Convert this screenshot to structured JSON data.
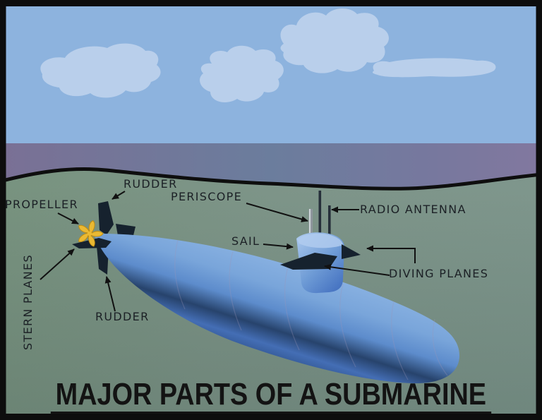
{
  "title": "MAJOR PARTS OF A SUBMARINE",
  "labels": {
    "propeller": "PROPELLER",
    "rudder_top": "RUDDER",
    "periscope": "PERISCOPE",
    "radio_antenna": "RADIO ANTENNA",
    "sail": "SAIL",
    "diving_planes": "DIVING PLANES",
    "rudder_bottom": "RUDDER",
    "stern_planes": "STERN PLANES"
  },
  "colors": {
    "frame": "#0d0d0d",
    "sky": "#8db3de",
    "cloud": "#b9cfeb",
    "water_band_left": "#7a7095",
    "water_band_mid": "#6b7d9d",
    "water_band_right": "#82789f",
    "underwater_left": "#6f8c7b",
    "underwater_mid": "#7e9589",
    "underwater_right": "#7f978e",
    "hull_light": "#93b9e6",
    "hull_mid": "#5d8ccc",
    "hull_dark_band": "#2a4a74",
    "hull_bottom": "#2c4f86",
    "fin_dark": "#16222e",
    "propeller_gold": "#eab933",
    "periscope_gray": "#8e969c",
    "label_text": "#1c2126",
    "arrow": "#111111"
  }
}
